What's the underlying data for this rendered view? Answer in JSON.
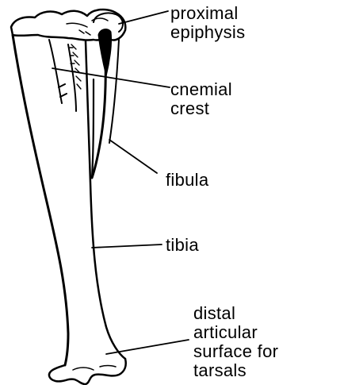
{
  "diagram": {
    "labels": {
      "proximal_epiphysis": [
        "proximal",
        "epiphysis"
      ],
      "cnemial_crest": [
        "cnemial",
        "crest"
      ],
      "fibula": "fibula",
      "tibia": "tibia",
      "distal_surface": [
        "distal",
        "articular",
        "surface for",
        "tarsals"
      ]
    },
    "colors": {
      "ink": "#000000",
      "background": "#ffffff"
    }
  }
}
